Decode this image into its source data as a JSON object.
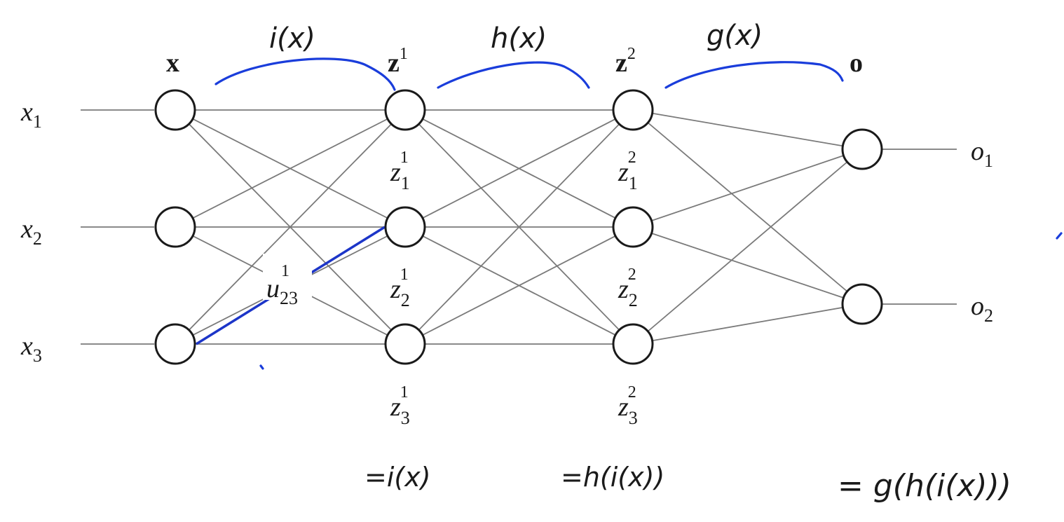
{
  "colors": {
    "annotation": "#1a3ddb",
    "highlight_edge": "#1c35c8",
    "edge": "#7a7a7a",
    "node_stroke": "#1a1a1a"
  },
  "layers": {
    "x": {
      "label": "x"
    },
    "z1": {
      "label": "z",
      "sup": "1"
    },
    "z2": {
      "label": "z",
      "sup": "2"
    },
    "o": {
      "label": "o"
    }
  },
  "inputs": [
    {
      "base": "x",
      "sub": "1"
    },
    {
      "base": "x",
      "sub": "2"
    },
    {
      "base": "x",
      "sub": "3"
    }
  ],
  "hidden1_labels": [
    {
      "base": "z",
      "sub": "1",
      "sup": "1"
    },
    {
      "base": "z",
      "sub": "2",
      "sup": "1"
    },
    {
      "base": "z",
      "sub": "3",
      "sup": "1"
    }
  ],
  "hidden2_labels": [
    {
      "base": "z",
      "sub": "1",
      "sup": "2"
    },
    {
      "base": "z",
      "sub": "2",
      "sup": "2"
    },
    {
      "base": "z",
      "sub": "3",
      "sup": "2"
    }
  ],
  "outputs": [
    {
      "base": "o",
      "sub": "1"
    },
    {
      "base": "o",
      "sub": "2"
    }
  ],
  "weight_label": {
    "base": "u",
    "sub": "23",
    "sup": "1"
  },
  "annotations": {
    "arc1": "i(x)",
    "arc2": "h(x)",
    "arc3": "g(x)",
    "eq1": "=i(x)",
    "eq2": "=h(i(x))",
    "eq3": "= g(h(i(x)))"
  }
}
